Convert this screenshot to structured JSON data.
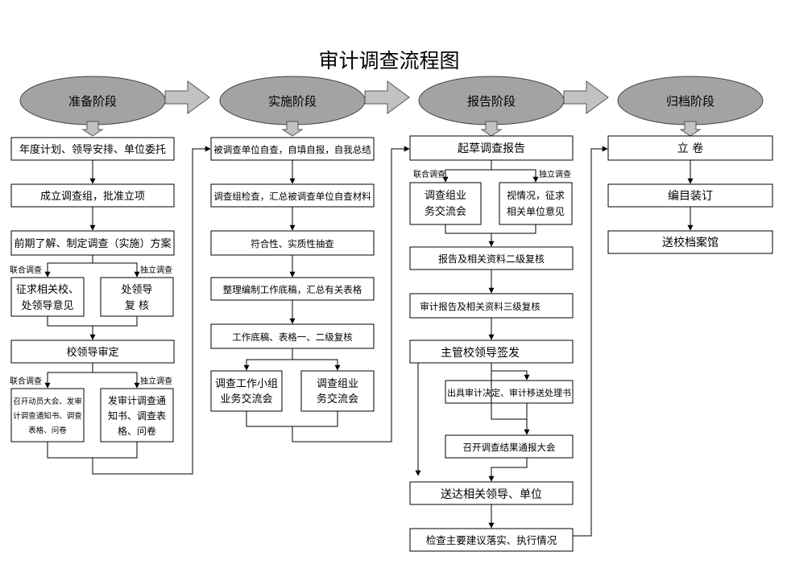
{
  "title": "审计调查流程图",
  "colors": {
    "ellipse_fill": "#a3a3a3",
    "arrow_fill": "#c2c2c2",
    "line": "#000000",
    "box_fill": "#ffffff"
  },
  "stages": [
    "准备阶段",
    "实施阶段",
    "报告阶段",
    "归档阶段"
  ],
  "prep": {
    "step1": "年度计划、领导安排、单位委托",
    "step2": "成立调查组，批准立项",
    "step3": "前期了解、制定调查（实施）方案",
    "branch_joint_1": "联合调查",
    "branch_indep_1": "独立调查",
    "joint1_line1": "征求相关校、",
    "joint1_line2": "处领导意见",
    "indep1_line1": "处领导",
    "indep1_line2": "复 核",
    "step4": "校领导审定",
    "branch_joint_2": "联合调查",
    "branch_indep_2": "独立调查",
    "joint2_line1": "召开动员大会、发审",
    "joint2_line2": "计调查通知书、调查",
    "joint2_line3": "表格、问卷",
    "indep2_line1": "发审计调查通",
    "indep2_line2": "知书、调查表",
    "indep2_line3": "格、问卷"
  },
  "impl": {
    "step1": "被调查单位自查，自填自报，自我总结",
    "step2": "调查组检查，汇总被调查单位自查材料",
    "step3": "符合性、实质性抽查",
    "step4": "整理编制工作底稿，汇总有关表格",
    "step5": "工作底稿、表格一、二级复核",
    "joint_line1": "调查工作小组",
    "joint_line2": "业务交流会",
    "indep_line1": "调查组业",
    "indep_line2": "务交流会"
  },
  "report": {
    "step1": "起草调查报告",
    "branch_joint": "联合调查",
    "branch_indep": "独立调查",
    "joint_line1": "调查组业",
    "joint_line2": "务交流会",
    "indep_line1": "视情况，征求",
    "indep_line2": "相关单位意见",
    "step2": "报告及相关资料二级复核",
    "step3": "审计报告及相关资料三级复核",
    "step4": "主管校领导签发",
    "step5": "出具审计决定、审计移送处理书",
    "step6": "召开调查结果通报大会",
    "step7": "送达相关领导、单位",
    "step8": "检查主要建议落实、执行情况"
  },
  "archive": {
    "step1": "立 卷",
    "step2": "编目装订",
    "step3": "送校档案馆"
  }
}
